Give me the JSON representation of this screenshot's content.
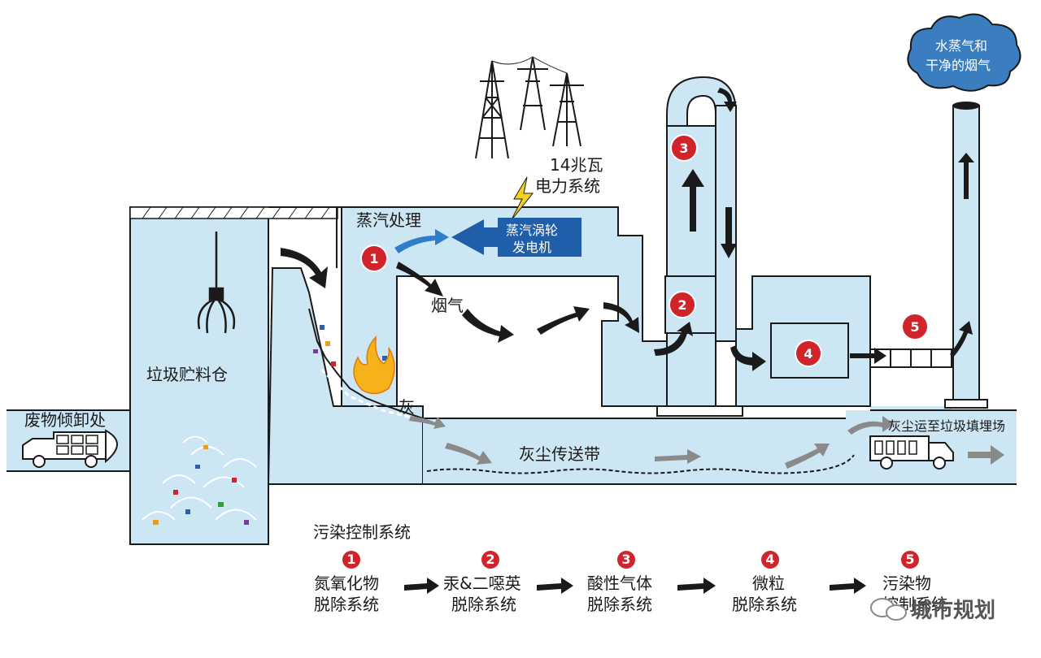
{
  "colors": {
    "water": "#cde6f4",
    "outline": "#1a1a1a",
    "red": "#d0232a",
    "blue_dark": "#1f5faa",
    "arrow_blue": "#2f7fc8",
    "arrow_gray": "#8a8a8a",
    "cloud": "#3a7ec0",
    "flame": "#f5b21a"
  },
  "labels": {
    "dump": "废物倾卸处",
    "bunker": "垃圾贮料仓",
    "steam_proc": "蒸汽处理",
    "flue": "烟气",
    "ash": "灰",
    "conveyor": "灰尘传送带",
    "ash_dest": "灰尘运至垃圾填埋场",
    "power_line1": "14兆瓦",
    "power_line2": "电力系统",
    "turbine_line1": "蒸汽涡轮",
    "turbine_line2": "发电机",
    "cloud_line1": "水蒸气和",
    "cloud_line2": "干净的烟气"
  },
  "markers": [
    "1",
    "2",
    "3",
    "4",
    "5"
  ],
  "legend": {
    "title": "污染控制系统",
    "items": [
      {
        "num": "1",
        "line1": "氮氧化物",
        "line2": "脱除系统"
      },
      {
        "num": "2",
        "line1": "汞&二噁英",
        "line2": "脱除系统"
      },
      {
        "num": "3",
        "line1": "酸性气体",
        "line2": "脱除系统"
      },
      {
        "num": "4",
        "line1": "微粒",
        "line2": "脱除系统"
      },
      {
        "num": "5",
        "line1": "污染物",
        "line2": "控制系统"
      }
    ]
  },
  "watermark": "城市规划"
}
